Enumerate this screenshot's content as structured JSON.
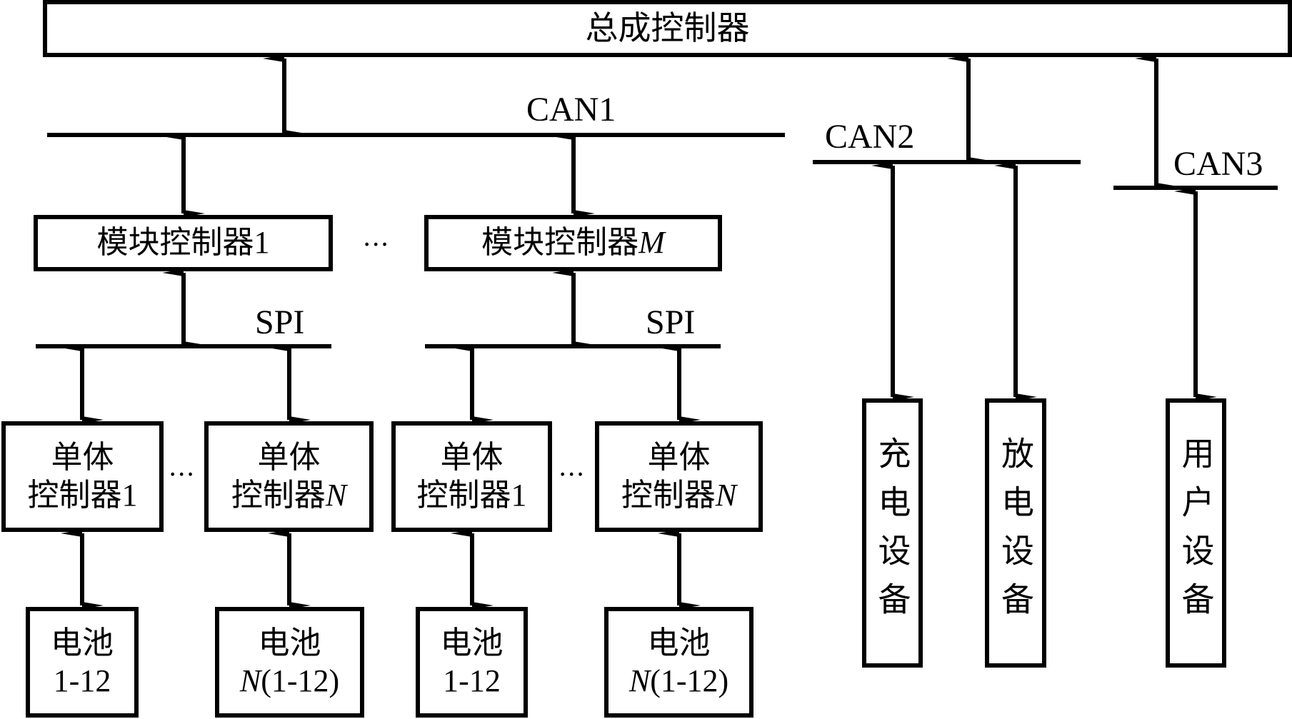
{
  "title": "总成控制器",
  "buses": {
    "can1": "CAN1",
    "can2": "CAN2",
    "can3": "CAN3",
    "spi": "SPI"
  },
  "modules": [
    {
      "label": "模块控制器",
      "suffix": "1",
      "suffix_italic": false
    },
    {
      "label": "模块控制器",
      "suffix": "M",
      "suffix_italic": true
    }
  ],
  "ellipsis": "···",
  "cell_controllers": [
    {
      "line1": "单体",
      "line2": "控制器",
      "suffix": "1",
      "suffix_italic": false
    },
    {
      "line1": "单体",
      "line2": "控制器",
      "suffix": "N",
      "suffix_italic": true
    },
    {
      "line1": "单体",
      "line2": "控制器",
      "suffix": "1",
      "suffix_italic": false
    },
    {
      "line1": "单体",
      "line2": "控制器",
      "suffix": "N",
      "suffix_italic": true
    }
  ],
  "batteries": [
    {
      "line1": "电池",
      "prefix": "",
      "range": "1-12"
    },
    {
      "line1": "电池",
      "prefix": "N",
      "range": "(1-12)"
    },
    {
      "line1": "电池",
      "prefix": "",
      "range": "1-12"
    },
    {
      "line1": "电池",
      "prefix": "N",
      "range": "(1-12)"
    }
  ],
  "devices": [
    {
      "label": "充电设备"
    },
    {
      "label": "放电设备"
    },
    {
      "label": "用户设备"
    }
  ]
}
